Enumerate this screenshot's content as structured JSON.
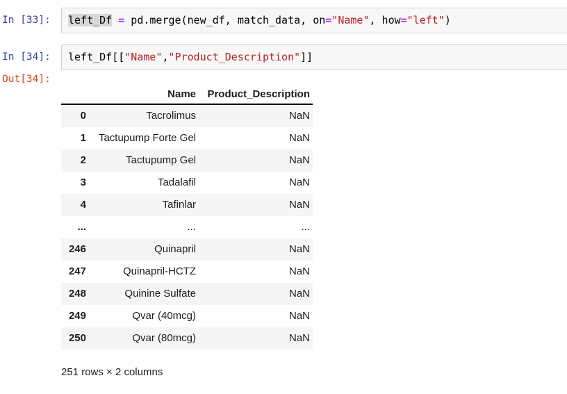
{
  "notebook": {
    "cells": [
      {
        "prompt": "In [33]:",
        "tokens": [
          {
            "style": "var-hl",
            "text": "left_Df"
          },
          {
            "style": "plain",
            "text": " "
          },
          {
            "style": "op",
            "text": "="
          },
          {
            "style": "plain",
            "text": " pd.merge(new_df, match_data, on"
          },
          {
            "style": "op",
            "text": "="
          },
          {
            "style": "str",
            "text": "\"Name\""
          },
          {
            "style": "plain",
            "text": ", how"
          },
          {
            "style": "op",
            "text": "="
          },
          {
            "style": "str",
            "text": "\"left\""
          },
          {
            "style": "plain",
            "text": ")"
          }
        ]
      },
      {
        "prompt": "In [34]:",
        "tokens": [
          {
            "style": "plain",
            "text": "left_Df[["
          },
          {
            "style": "str",
            "text": "\"Name\""
          },
          {
            "style": "plain",
            "text": ","
          },
          {
            "style": "str",
            "text": "\"Product_Description\""
          },
          {
            "style": "plain",
            "text": "]]"
          }
        ]
      }
    ],
    "output": {
      "prompt": "Out[34]:",
      "table": {
        "columns": [
          "Name",
          "Product_Description"
        ],
        "rows": [
          {
            "index": "0",
            "cells": [
              "Tacrolimus",
              "NaN"
            ]
          },
          {
            "index": "1",
            "cells": [
              "Tactupump Forte Gel",
              "NaN"
            ]
          },
          {
            "index": "2",
            "cells": [
              "Tactupump Gel",
              "NaN"
            ]
          },
          {
            "index": "3",
            "cells": [
              "Tadalafil",
              "NaN"
            ]
          },
          {
            "index": "4",
            "cells": [
              "Tafinlar",
              "NaN"
            ]
          },
          {
            "index": "...",
            "cells": [
              "...",
              "..."
            ]
          },
          {
            "index": "246",
            "cells": [
              "Quinapril",
              "NaN"
            ]
          },
          {
            "index": "247",
            "cells": [
              "Quinapril-HCTZ",
              "NaN"
            ]
          },
          {
            "index": "248",
            "cells": [
              "Quinine Sulfate",
              "NaN"
            ]
          },
          {
            "index": "249",
            "cells": [
              "Qvar (40mcg)",
              "NaN"
            ]
          },
          {
            "index": "250",
            "cells": [
              "Qvar (80mcg)",
              "NaN"
            ]
          }
        ]
      },
      "summary": "251 rows × 2 columns"
    }
  },
  "colors": {
    "in-prompt": "#303F9F",
    "out-prompt": "#D84315",
    "code-string": "#BA2121",
    "code-operator": "#AA22FF",
    "row-stripe": "#f5f5f5",
    "input-bg": "#f7f7f7",
    "input-border": "#cfcfcf",
    "highlight": "#d7d7d7",
    "divider": "#d4d4d4"
  }
}
